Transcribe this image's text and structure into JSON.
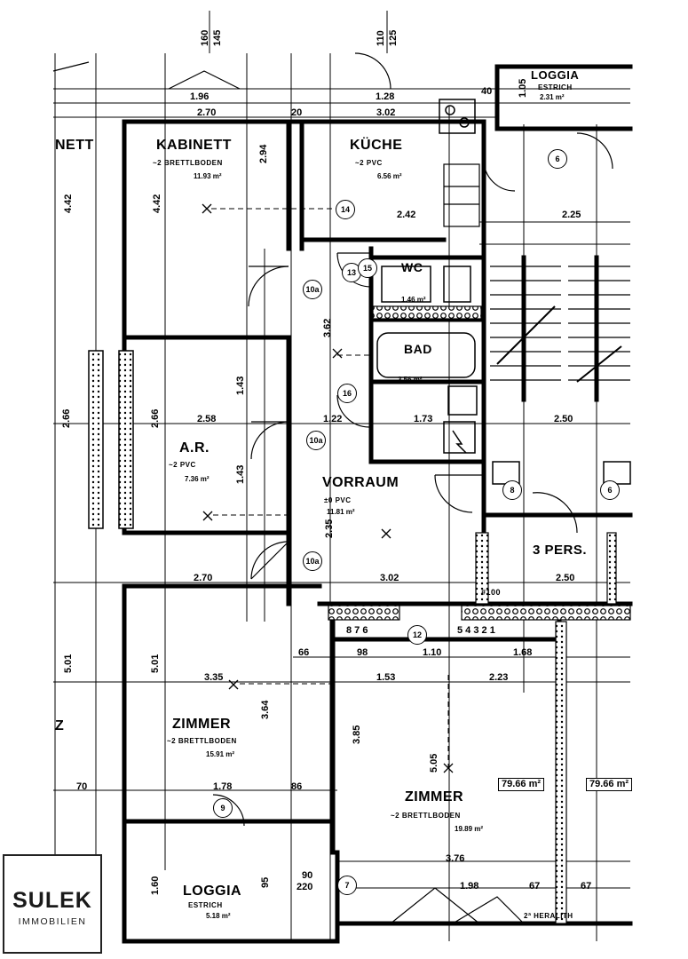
{
  "rooms": {
    "kabinett": {
      "name": "KABINETT",
      "floor": "~2 BRETTLBODEN",
      "area": "11.93 m²"
    },
    "kueche": {
      "name": "KÜCHE",
      "floor": "~2 PVC",
      "area": "6.56 m²"
    },
    "wc": {
      "name": "WC",
      "area": "1.46 m²"
    },
    "bad": {
      "name": "BAD",
      "area": "3.56 m²"
    },
    "ar": {
      "name": "A.R.",
      "floor": "~2 PVC",
      "area": "7.36 m²"
    },
    "vorraum": {
      "name": "VORRAUM",
      "floor": "±0 PVC",
      "area": "11.81 m²"
    },
    "zimmer_left": {
      "name": "ZIMMER",
      "floor": "~2 BRETTLBODEN",
      "area": "15.91 m²"
    },
    "zimmer_right": {
      "name": "ZIMMER",
      "floor": "~2 BRETTLBODEN",
      "area": "19.89 m²"
    },
    "loggia_bottom": {
      "name": "LOGGIA",
      "floor": "ESTRICH",
      "area": "5.18 m²"
    },
    "loggia_top": {
      "name": "LOGGIA",
      "floor": "ESTRICH",
      "area": "2.31 m²"
    },
    "kabinett_left": {
      "name": "NETT"
    },
    "zimmer_far_left": {
      "name": "Z"
    },
    "pers": {
      "name": "3 PERS."
    }
  },
  "totals": {
    "apartment_area": "79.66 m²",
    "neighbor_area": "79.66 m²"
  },
  "dimensions": {
    "d_196": "1.96",
    "d_270a": "2.70",
    "d_302a": "3.02",
    "d_128": "1.28",
    "d_242": "2.42",
    "d_225": "2.25",
    "d_258": "2.58",
    "d_122": "1.22",
    "d_173": "1.73",
    "d_250a": "2.50",
    "d_270b": "2.70",
    "d_302b": "3.02",
    "d_250b": "2.50",
    "d_335": "3.35",
    "d_153": "1.53",
    "d_223": "2.23",
    "d_168": "1.68",
    "d_110": "1.10",
    "d_178": "1.78",
    "d_376": "3.76",
    "d_198": "1.98",
    "d_66a": "66",
    "d_98": "98",
    "d_70": "70",
    "d_86": "86",
    "d_67a": "67",
    "d_67b": "67",
    "d_40": "40",
    "d_20": "20",
    "d_90": "90",
    "d_220": "220",
    "d_5": "5 4 3 2 1",
    "d_876": "8 7 6",
    "v_442a": "4.42",
    "v_442b": "4.42",
    "v_294": "2.94",
    "v_362": "3.62",
    "v_143a": "1.43",
    "v_143b": "1.43",
    "v_266a": "2.66",
    "v_266b": "2.66",
    "v_501a": "5.01",
    "v_501b": "5.01",
    "v_364": "3.64",
    "v_385": "3.85",
    "v_505": "5.05",
    "v_235": "2.35",
    "v_160": "1.60",
    "v_95": "95",
    "v_105": "1.05",
    "v_160b": "160",
    "v_145": "145",
    "v_110": "110",
    "v_125": "125"
  },
  "markers": [
    "14",
    "13",
    "15",
    "10a",
    "16",
    "10a",
    "10a",
    "12",
    "6",
    "9",
    "7",
    "8",
    "6"
  ],
  "notes": {
    "heizkoerper": "#100",
    "mauerwerk": "2ª HERALITH"
  },
  "logo": {
    "line1": "SULEK",
    "line2": "IMMOBILIEN"
  }
}
